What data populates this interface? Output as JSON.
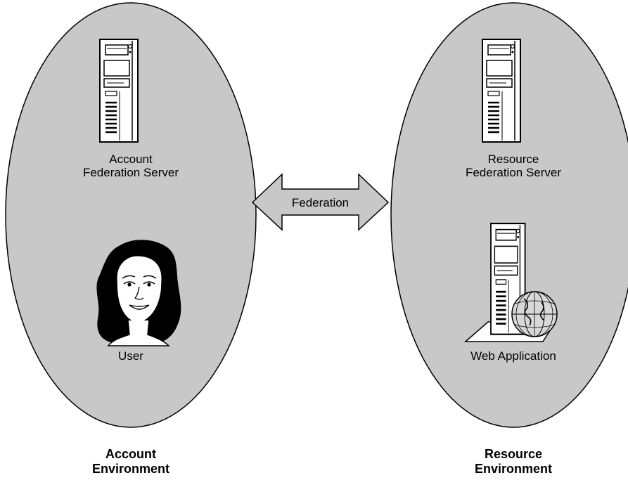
{
  "account": {
    "server_label_line1": "Account",
    "server_label_line2": "Federation Server",
    "user_label": "User",
    "environment_line1": "Account",
    "environment_line2": "Environment"
  },
  "resource": {
    "server_label_line1": "Resource",
    "server_label_line2": "Federation Server",
    "app_label": "Web Application",
    "environment_line1": "Resource",
    "environment_line2": "Environment"
  },
  "federation": {
    "label": "Federation"
  },
  "colors": {
    "ellipse_fill": "#c8c8c8",
    "arrow_fill": "#c8c8c8",
    "stroke": "#000000"
  },
  "icons": [
    "server-tower-icon",
    "user-woman-icon",
    "web-server-globe-icon"
  ]
}
